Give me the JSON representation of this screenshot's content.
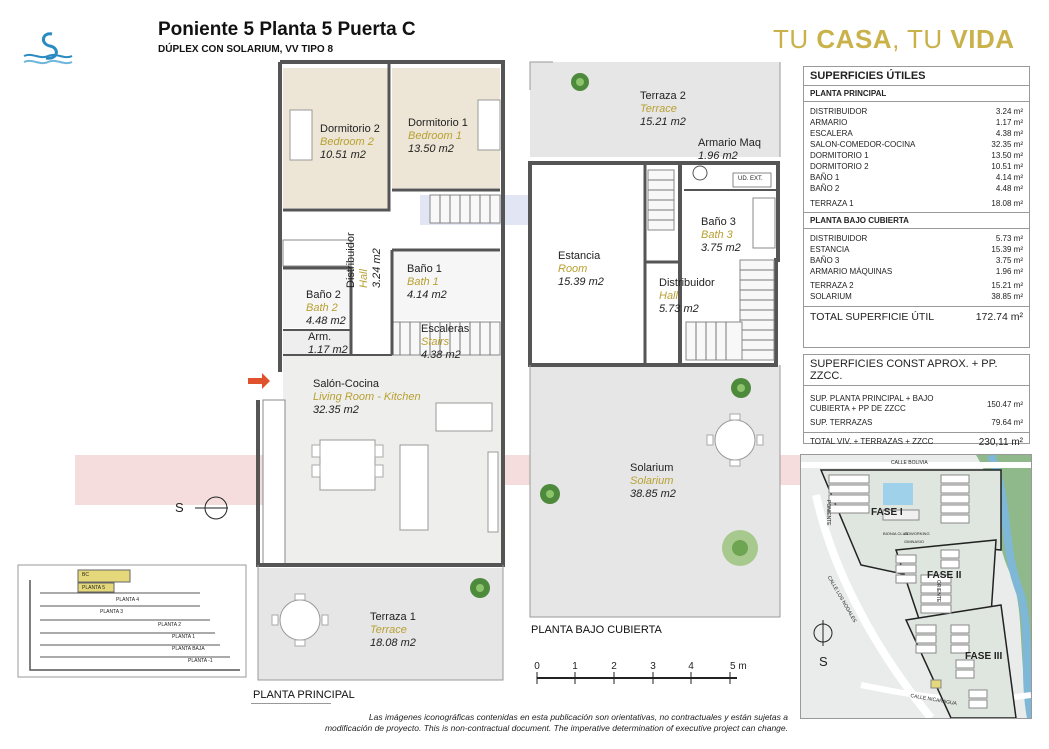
{
  "header": {
    "title": "Poniente 5 Planta 5 Puerta C",
    "subtitle": "DÚPLEX CON SOLARIUM, VV TIPO 8",
    "slogan_parts": [
      "TU ",
      "CASA",
      ", TU ",
      "VIDA"
    ],
    "brand_color": "#c9b24a"
  },
  "rooms": {
    "dormitorio2": {
      "es": "Dormitorio 2",
      "en": "Bedroom 2",
      "area": "10.51 m2"
    },
    "dormitorio1": {
      "es": "Dormitorio 1",
      "en": "Bedroom 1",
      "area": "13.50 m2"
    },
    "bano1": {
      "es": "Baño 1",
      "en": "Bath 1",
      "area": "4.14 m2"
    },
    "bano2": {
      "es": "Baño 2",
      "en": "Bath 2",
      "area": "4.48 m2"
    },
    "distribuidor": {
      "es": "Distribuidor",
      "en": "Hall",
      "area": "3.24 m2"
    },
    "escaleras": {
      "es": "Escaleras",
      "en": "Stairs",
      "area": "4.38 m2"
    },
    "arm": {
      "es": "Arm.",
      "area": "1.17 m2"
    },
    "salon": {
      "es": "Salón-Cocina",
      "en": "Living Room - Kitchen",
      "area": "32.35 m2"
    },
    "terraza1": {
      "es": "Terraza 1",
      "en": "Terrace",
      "area": "18.08 m2"
    },
    "terraza2": {
      "es": "Terraza 2",
      "en": "Terrace",
      "area": "15.21 m2"
    },
    "armario_maq": {
      "es": "Armario Maq",
      "area": "1.96 m2"
    },
    "ud_ext": "UD. EXT.",
    "estancia": {
      "es": "Estancia",
      "en": "Room",
      "area": "15.39 m2"
    },
    "bano3": {
      "es": "Baño 3",
      "en": "Bath 3",
      "area": "3.75 m2"
    },
    "distribuidor2": {
      "es": "Distribuidor",
      "en": "Hall",
      "area": "5.73 m2"
    },
    "solarium": {
      "es": "Solarium",
      "en": "Solarium",
      "area": "38.85 m2"
    }
  },
  "plan_labels": {
    "principal": "PLANTA PRINCIPAL",
    "bajo_cubierta": "PLANTA BAJO CUBIERTA",
    "compass": "S"
  },
  "scale": {
    "ticks": [
      "0",
      "1",
      "2",
      "3",
      "4",
      "5 m"
    ]
  },
  "surfaces": {
    "title": "SUPERFICIES ÚTILES",
    "principal_title": "PLANTA PRINCIPAL",
    "principal_rows": [
      {
        "name": "DISTRIBUIDOR",
        "value": "3.24 m²"
      },
      {
        "name": "ARMARIO",
        "value": "1.17 m²"
      },
      {
        "name": "ESCALERA",
        "value": "4.38 m²"
      },
      {
        "name": "SALON-COMEDOR-COCINA",
        "value": "32.35 m²"
      },
      {
        "name": "DORMITORIO 1",
        "value": "13.50 m²"
      },
      {
        "name": "DORMITORIO 2",
        "value": "10.51 m²"
      },
      {
        "name": "BAÑO 1",
        "value": "4.14 m²"
      },
      {
        "name": "BAÑO 2",
        "value": "4.48 m²"
      }
    ],
    "terraza1_row": {
      "name": "TERRAZA 1",
      "value": "18.08 m²"
    },
    "bajo_title": "PLANTA BAJO CUBIERTA",
    "bajo_rows": [
      {
        "name": "DISTRIBUIDOR",
        "value": "5.73 m²"
      },
      {
        "name": "ESTANCIA",
        "value": "15.39 m²"
      },
      {
        "name": "BAÑO 3",
        "value": "3.75 m²"
      },
      {
        "name": "ARMARIO MÁQUINAS",
        "value": "1.96 m²"
      }
    ],
    "bajo_rows2": [
      {
        "name": "TERRAZA 2",
        "value": "15.21 m²"
      },
      {
        "name": "SOLARIUM",
        "value": "38.85 m²"
      }
    ],
    "total_label": "TOTAL SUPERFICIE ÚTIL",
    "total_value": "172.74 m²"
  },
  "const": {
    "title": "SUPERFICIES CONST APROX. + PP. ZZCC.",
    "row1_label": "SUP. PLANTA PRINCIPAL + BAJO CUBIERTA + PP DE ZZCC",
    "row1_value": "150.47 m²",
    "row2_label": "SUP. TERRAZAS",
    "row2_value": "79.64 m²",
    "total_label": "TOTAL VIV. + TERRAZAS + ZZCC",
    "total_value": "230,11 m²"
  },
  "site": {
    "street_top": "CALLE BOLIVIA",
    "street_left": "CALLE LOS NOGALES",
    "street_bottom": "CALLE NICARAGUA",
    "fase1": "FASE I",
    "fase2": "FASE II",
    "fase3": "FASE III",
    "poniente": "PONIENTE",
    "oriente": "ORIENTE",
    "amenities": [
      "BIONIA CLUB",
      "COWORKING",
      "GIMNASIO"
    ],
    "compass": "S"
  },
  "section": {
    "levels": [
      "BC",
      "PLANTA 5",
      "PLANTA 4",
      "PLANTA 3",
      "PLANTA 2",
      "PLANTA 1",
      "PLANTA BAJA",
      "PLANTA -1"
    ]
  },
  "disclaimer": {
    "line1": "Las imágenes iconográficas contenidas en esta publicación son orientativas, no contractuales y están sujetas a",
    "line2": "modificación de proyecto. This is non-contractual document. The imperative determination of executive project can change."
  },
  "logo_color": "#2a8bc0",
  "arrow_color": "#e0522e"
}
